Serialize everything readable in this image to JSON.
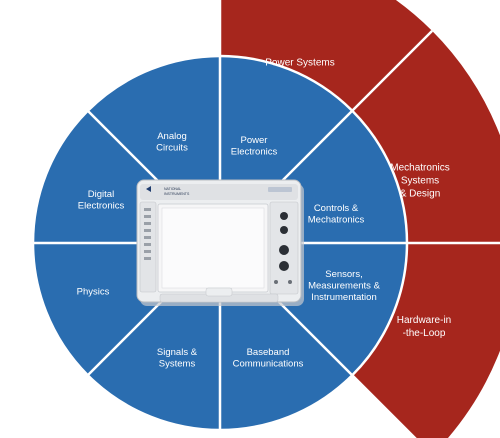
{
  "colors": {
    "inner_ring": "#2a6db0",
    "outer_ring": "#a6261d",
    "divider": "#ffffff",
    "device_body": "#e9eaec",
    "device_screen": "#f4f4f5"
  },
  "inner_segments": [
    {
      "id": "power-electronics",
      "lines": [
        "Power",
        "Electronics"
      ]
    },
    {
      "id": "controls-mechatronics",
      "lines": [
        "Controls &",
        "Mechatronics"
      ]
    },
    {
      "id": "sensors",
      "lines": [
        "Sensors,",
        "Measurements &",
        "Instrumentation"
      ]
    },
    {
      "id": "baseband",
      "lines": [
        "Baseband",
        "Communications"
      ]
    },
    {
      "id": "signals-systems",
      "lines": [
        "Signals &",
        "Systems"
      ]
    },
    {
      "id": "physics",
      "lines": [
        "Physics"
      ]
    },
    {
      "id": "digital-electronics",
      "lines": [
        "Digital",
        "Electronics"
      ]
    },
    {
      "id": "analog-circuits",
      "lines": [
        "Analog",
        "Circuits"
      ]
    }
  ],
  "outer_segments": [
    {
      "id": "power-systems",
      "lines": [
        "Power Systems"
      ]
    },
    {
      "id": "mechatronics-systems",
      "lines": [
        "Mechatronics",
        "Systems",
        "& Design"
      ]
    },
    {
      "id": "hardware-in-the-loop",
      "lines": [
        "Hardware-in",
        "-the-Loop"
      ]
    }
  ],
  "device": {
    "icon": "ni-elvis-device-icon",
    "logo_lines": [
      "NATIONAL",
      "INSTRUMENTS"
    ]
  }
}
